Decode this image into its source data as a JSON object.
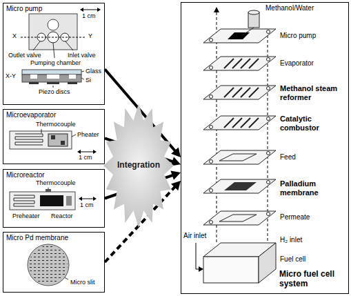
{
  "diagram": {
    "nodes": [
      {
        "text": [
          "Micro pump"
        ]
      },
      {
        "text": [
          "Microevaporator"
        ]
      },
      {
        "text": [
          "Microreactor"
        ]
      },
      {
        "text": [
          "Micro Pd membrane"
        ]
      },
      {
        "text": [
          "Integration"
        ]
      },
      {
        "text": [
          "Micro fuel cell system"
        ]
      }
    ],
    "edges": [
      {
        "from": 0,
        "to": 5,
        "arrow": "to"
      },
      {
        "from": 1,
        "to": 5,
        "arrow": "to"
      },
      {
        "from": 2,
        "to": 5,
        "arrow": "to"
      },
      {
        "from": 3,
        "to": 5,
        "arrow": "to"
      }
    ],
    "labels": [
      "1 cm",
      "X",
      "Y",
      "Outlet valve",
      "Pumping chamber",
      "Inlet valve",
      "X-Y",
      "Glass",
      "Si",
      "Piezo discs",
      "Thermocouple",
      "Pheater",
      "1 cm",
      "Thermocouple",
      "Preheater",
      "Reactor",
      "1 cm",
      "Micro slit",
      "Methanol/Water",
      "Micro pump",
      "Evaporator",
      "Methanol steam reformer",
      "Catalytic combustor",
      "Feed",
      "Palladium membrane",
      "Permeate",
      "H₂ inlet",
      "Air inlet",
      "Fuel cell"
    ]
  }
}
